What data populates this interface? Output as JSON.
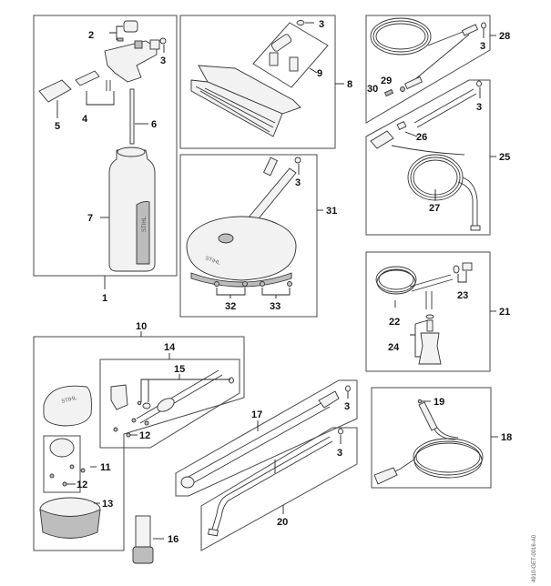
{
  "diagram": {
    "brand_marks": [
      "STIHL",
      "STIHL",
      "STIHL"
    ],
    "image_id": "4910-GET-0016-A0",
    "groups": [
      {
        "id": "1",
        "label": "1",
        "parts": [
          "2",
          "3",
          "4",
          "5",
          "6",
          "7"
        ]
      },
      {
        "id": "8",
        "label": "8",
        "parts": [
          "3",
          "9"
        ]
      },
      {
        "id": "31",
        "label": "31",
        "parts": [
          "3",
          "32",
          "33"
        ]
      },
      {
        "id": "28",
        "label": "28",
        "parts": [
          "3",
          "29",
          "30"
        ]
      },
      {
        "id": "25",
        "label": "25",
        "parts": [
          "3",
          "26",
          "27"
        ]
      },
      {
        "id": "21",
        "label": "21",
        "parts": [
          "22",
          "23",
          "24"
        ]
      },
      {
        "id": "10",
        "label": "10",
        "parts": [
          "11",
          "12",
          "13",
          "14",
          "15",
          "16"
        ]
      },
      {
        "id": "17",
        "label": "17",
        "parts": [
          "3"
        ]
      },
      {
        "id": "20",
        "label": "20",
        "parts": [
          "3"
        ]
      },
      {
        "id": "18",
        "label": "18",
        "parts": [
          "19"
        ]
      }
    ],
    "labels": {
      "l1": "1",
      "l2": "2",
      "l3a": "3",
      "l4": "4",
      "l5": "5",
      "l6": "6",
      "l7": "7",
      "l8": "8",
      "l3b": "3",
      "l9": "9",
      "l28": "28",
      "l3c": "3",
      "l29": "29",
      "l30": "30",
      "l25": "25",
      "l3d": "3",
      "l26": "26",
      "l27": "27",
      "l31": "31",
      "l3e": "3",
      "l32": "32",
      "l33": "33",
      "l21": "21",
      "l22": "22",
      "l23": "23",
      "l24": "24",
      "l10": "10",
      "l14": "14",
      "l15": "15",
      "l12a": "12",
      "l11": "11",
      "l12b": "12",
      "l13": "13",
      "l16": "16",
      "l17": "17",
      "l3f": "3",
      "l20": "20",
      "l3g": "3",
      "l18": "18",
      "l19": "19"
    }
  }
}
